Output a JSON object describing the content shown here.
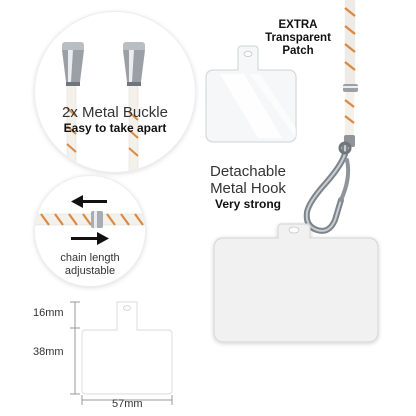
{
  "buckle": {
    "title": "2x Metal Buckle",
    "subtitle": "Easy to take apart"
  },
  "chain": {
    "line1": "chain length",
    "line2": "adjustable"
  },
  "patch": {
    "line1": "EXTRA",
    "line2": "Transparent",
    "line3": "Patch"
  },
  "hook": {
    "line1": "Detachable",
    "line2": "Metal Hook",
    "subtitle": "Very strong"
  },
  "dimensions": {
    "tab_height": "16mm",
    "body_height": "38mm",
    "width": "57mm"
  },
  "colors": {
    "cord_white": "#f4f0ea",
    "cord_orange": "#d98a45",
    "metal": "#8e9499"
  }
}
